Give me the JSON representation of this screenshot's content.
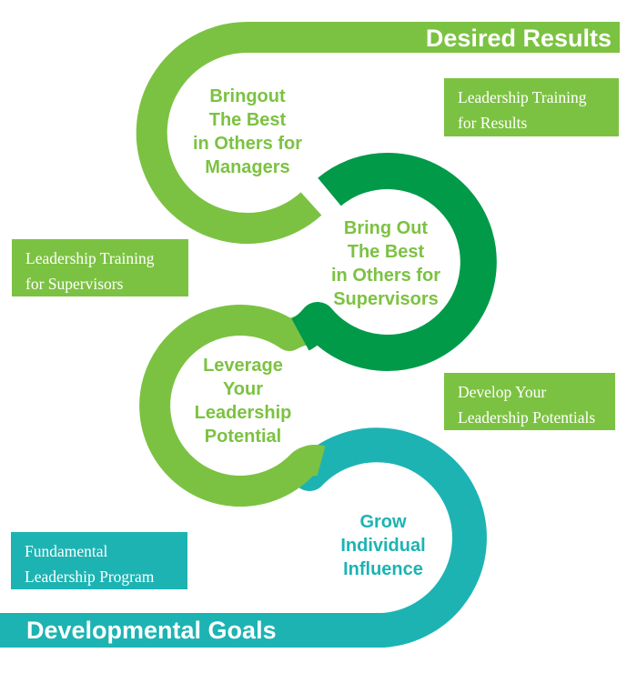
{
  "banners": {
    "top": "Desired Results",
    "bottom": "Developmental Goals"
  },
  "colors": {
    "light_green": "#7CC242",
    "dark_green": "#009A49",
    "teal": "#1DB3B3",
    "text_white": "#FFFFFF"
  },
  "nodes": [
    {
      "id": "managers",
      "label": "Bringout\nThe Best\nin Others for\nManagers",
      "color": "#7CC242"
    },
    {
      "id": "supervisors",
      "label": "Bring Out\nThe Best\nin Others for\nSupervisors",
      "color": "#7CC242"
    },
    {
      "id": "leverage",
      "label": "Leverage\nYour\nLeadership\nPotential",
      "color": "#7CC242"
    },
    {
      "id": "grow",
      "label": "Grow\nIndividual\nInfluence",
      "color": "#1DB3B3"
    }
  ],
  "side_boxes": [
    {
      "id": "results",
      "label": "Leadership Training\nfor Results",
      "color": "#7CC242"
    },
    {
      "id": "supervisors",
      "label": "Leadership Training\nfor Supervisors",
      "color": "#7CC242"
    },
    {
      "id": "potentials",
      "label": "Develop Your\nLeadership Potentials",
      "color": "#7CC242"
    },
    {
      "id": "fundamental",
      "label": "Fundamental\nLeadership Program",
      "color": "#1DB3B3"
    }
  ]
}
